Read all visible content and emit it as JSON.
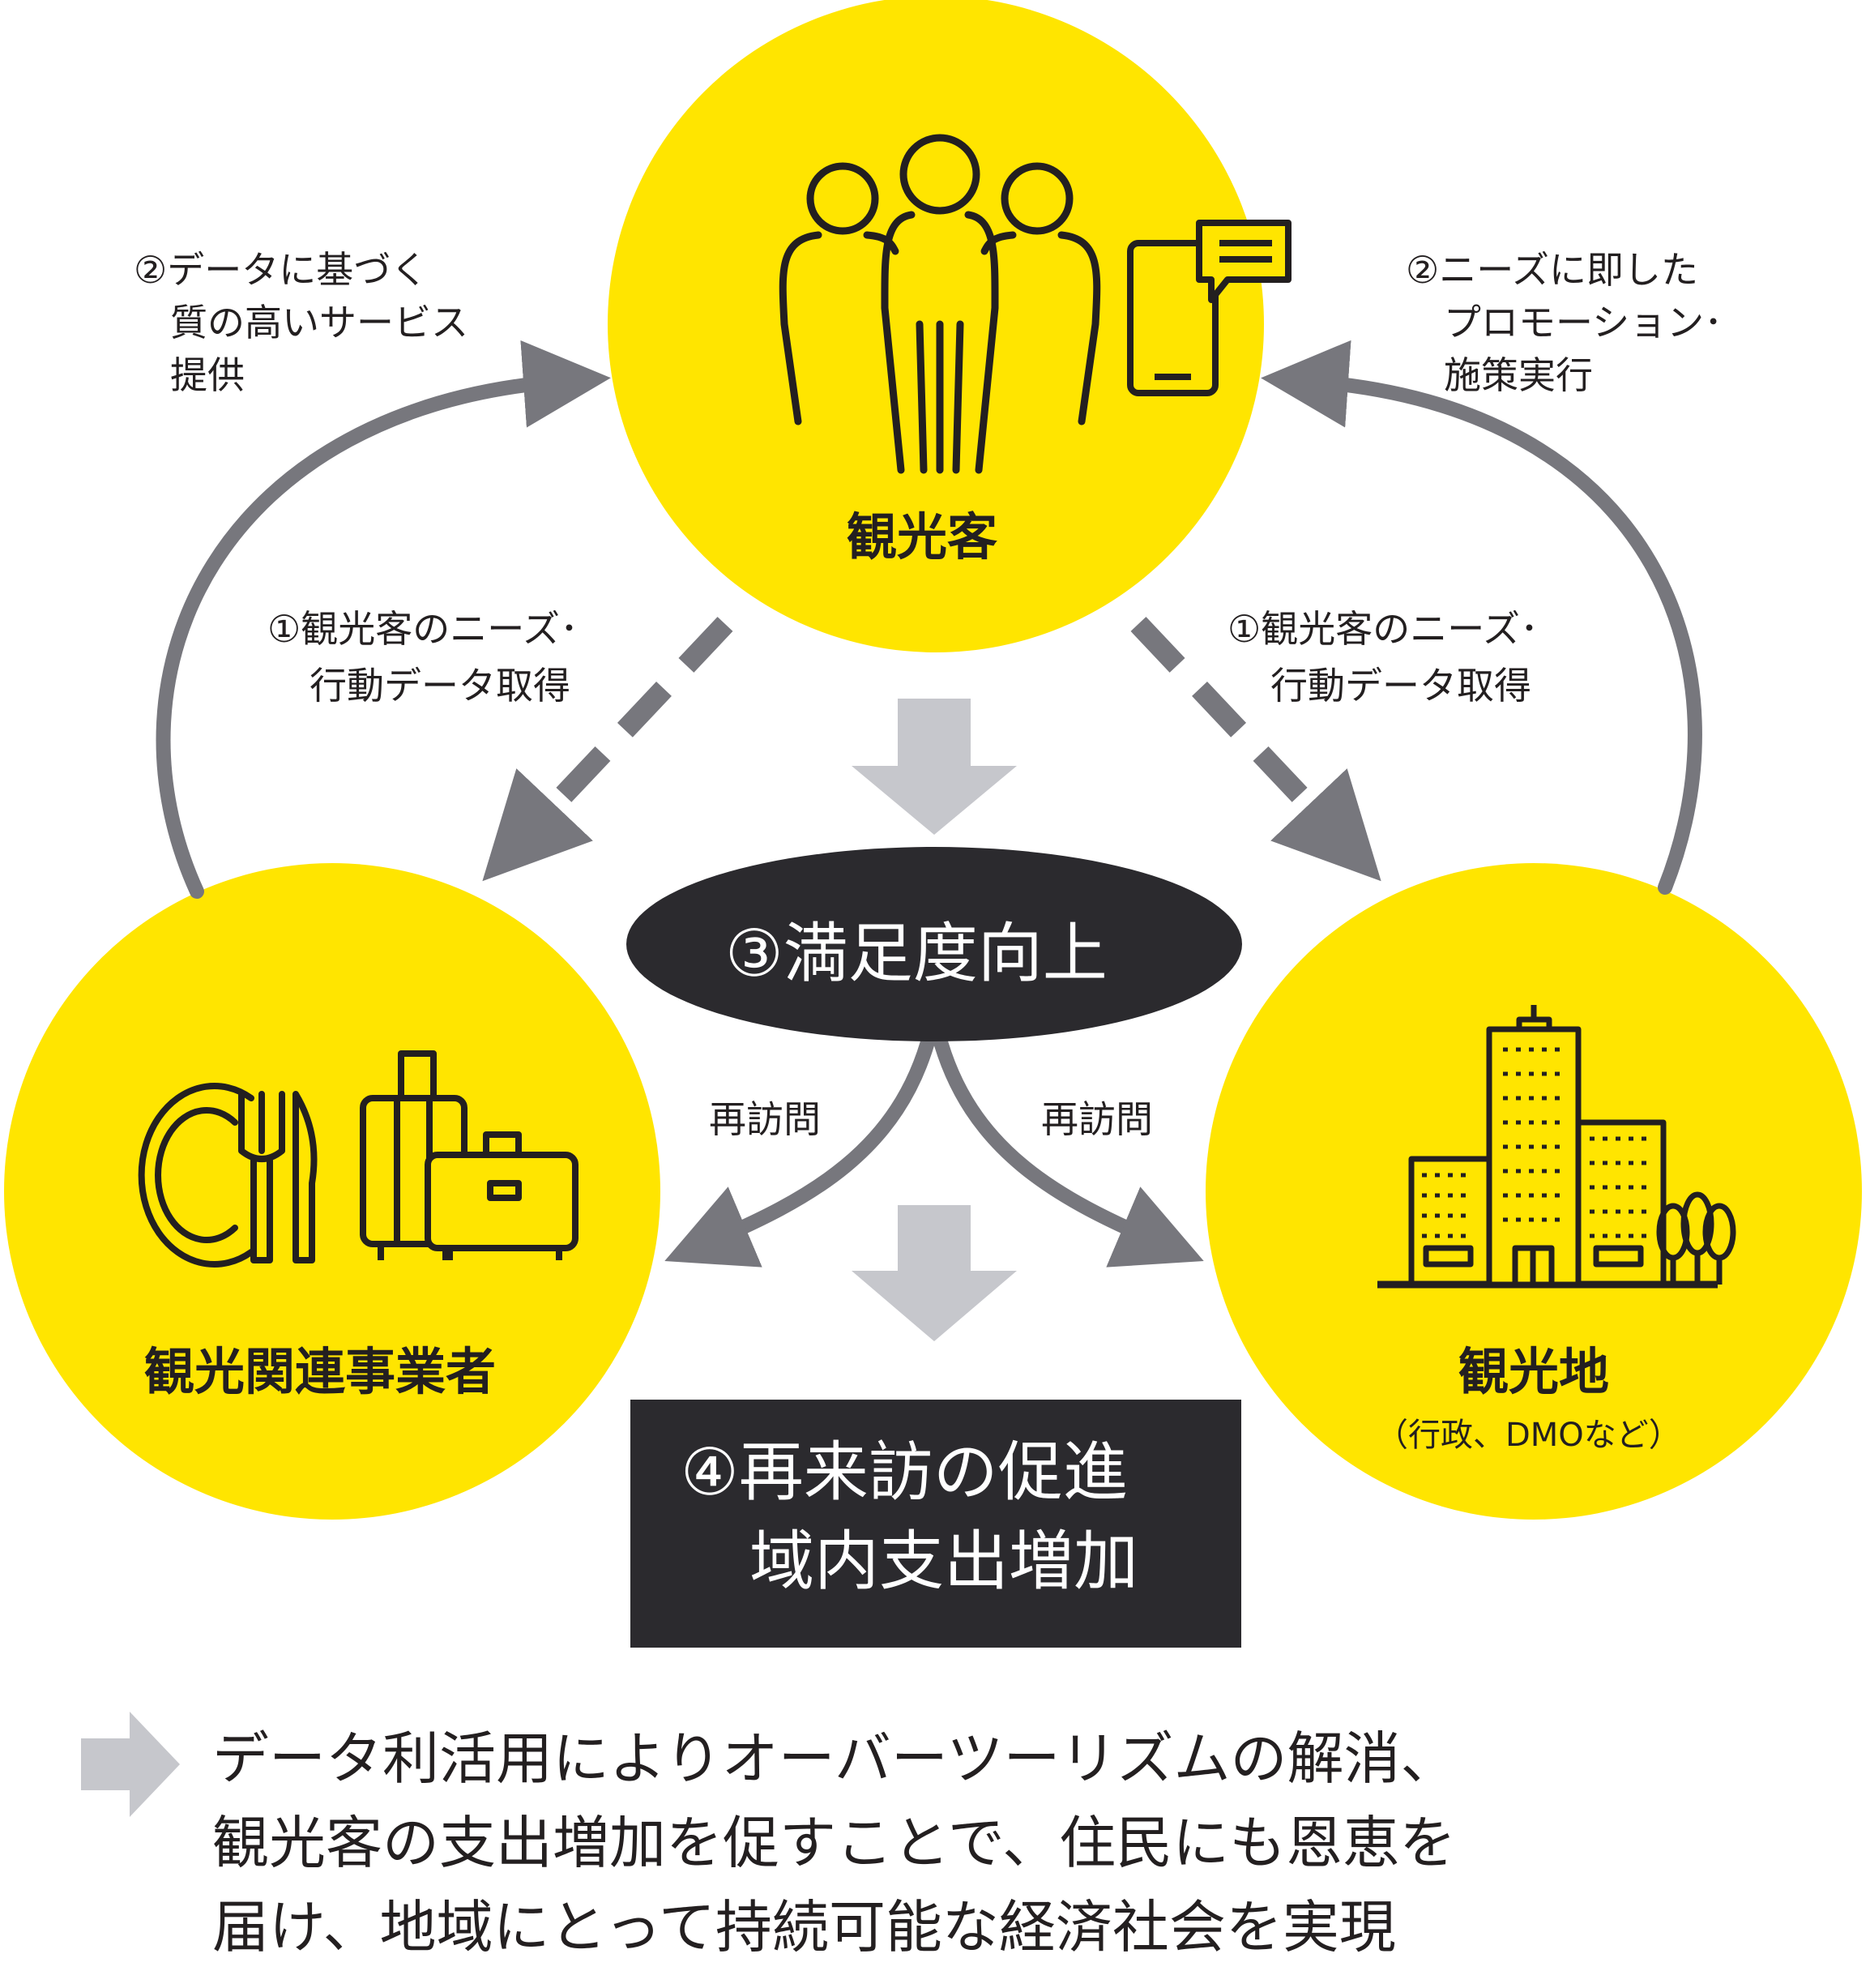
{
  "nodes": {
    "tourists": {
      "label": "観光客"
    },
    "businesses": {
      "label": "観光関連事業者"
    },
    "destination": {
      "label": "観光地",
      "sublabel": "（行政、DMOなど）"
    }
  },
  "edges": {
    "left_top_line1": "②データに基づく",
    "left_top_line2": "質の高いサービス",
    "left_top_line3": "提供",
    "right_top_line1": "②ニーズに即した",
    "right_top_line2": "プロモーション･",
    "right_top_line3": "施策実行",
    "left_mid_line1": "①観光客のニーズ･",
    "left_mid_line2": "行動データ取得",
    "right_mid_line1": "①観光客のニーズ･",
    "right_mid_line2": "行動データ取得",
    "revisit_left": "再訪問",
    "revisit_right": "再訪問"
  },
  "center": {
    "satisfaction": "③満足度向上",
    "outcome_line1": "④再来訪の促進",
    "outcome_line2": "域内支出増加"
  },
  "summary": {
    "line1": "データ利活用によりオーバーツーリズムの解消、",
    "line2": "観光客の支出増加を促すことで、住民にも恩恵を",
    "line3": "届け、地域にとって持続可能な経済社会を実現"
  },
  "colors": {
    "yellow": "#ffe500",
    "dark": "#2b2a2e",
    "arrow_gray": "#77777d",
    "block_arrow": "#c6c7cc",
    "icon_stroke": "#231f20"
  }
}
